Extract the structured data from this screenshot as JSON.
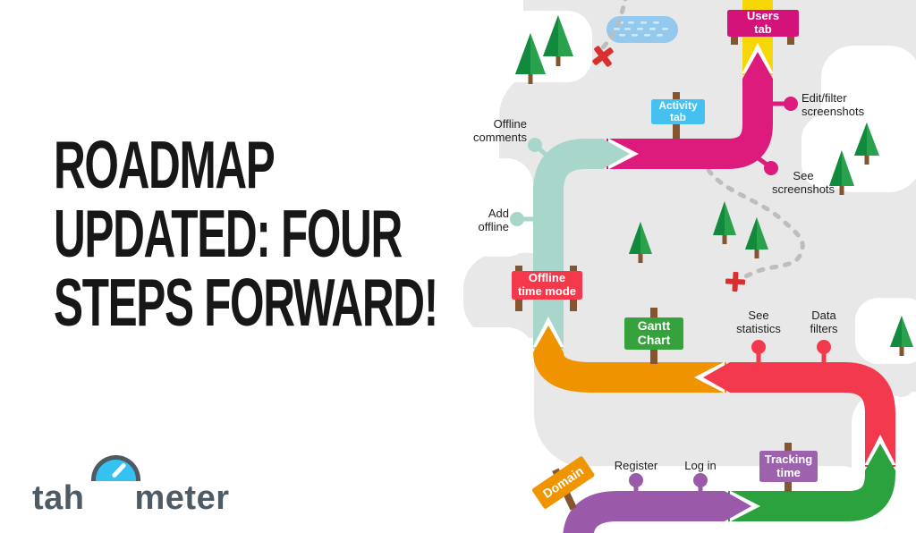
{
  "headline": {
    "line1": "ROADMAP",
    "line2": "UPDATED: FOUR",
    "line3": "STEPS FORWARD!"
  },
  "logo": {
    "prefix": "tah",
    "suffix": "meter",
    "full_name": "tahometer"
  },
  "roadmap": {
    "signs": {
      "users_tab": {
        "line1": "Users",
        "line2": "tab",
        "color": "#d4137a"
      },
      "activity_tab": {
        "line1": "Activity",
        "line2": "tab",
        "color": "#45c0f1"
      },
      "offline_time_mode": {
        "line1": "Offline",
        "line2": "time mode",
        "color": "#f4394d"
      },
      "gantt_chart": {
        "line1": "Gantt",
        "line2": "Chart",
        "color": "#35a23b"
      },
      "tracking_time": {
        "line1": "Tracking",
        "line2": "time",
        "color": "#9c63ac"
      },
      "domain": {
        "line1": "Domain",
        "color": "#f09400"
      }
    },
    "milestones": {
      "register": {
        "label": "Register"
      },
      "log_in": {
        "label": "Log in"
      },
      "see_statistics": {
        "line1": "See",
        "line2": "statistics"
      },
      "data_filters": {
        "line1": "Data",
        "line2": "filters"
      },
      "add_offline": {
        "line1": "Add",
        "line2": "offline"
      },
      "offline_comments": {
        "line1": "Offline",
        "line2": "comments"
      },
      "edit_filter_screenshots": {
        "line1": "Edit/filter",
        "line2": "screenshots"
      },
      "see_screenshots": {
        "line1": "See",
        "line2": "screenshots"
      }
    },
    "route_order": [
      "Domain",
      "Tracking time",
      "Gantt Chart",
      "Offline time mode",
      "Activity tab",
      "Users tab"
    ]
  },
  "colors": {
    "roads": {
      "purple": "#9b59aa",
      "green": "#2ca23f",
      "red": "#f2394d",
      "orange": "#f09300",
      "teal": "#a9d6cb",
      "pink": "#dd1b7c",
      "yellow": "#f6d70a"
    },
    "map_background": "#e9e8e8",
    "tree_green": "#2aa14c",
    "tree_green_dark": "#118a3e",
    "trunk_brown": "#84552f",
    "pond_blue": "#94c9ef",
    "trail_gray": "#bdbdbd",
    "marker_red": "#da2f2f",
    "headline_text": "#171717",
    "logo_slate": "#4e5a64",
    "logo_blue": "#35c2f1"
  }
}
